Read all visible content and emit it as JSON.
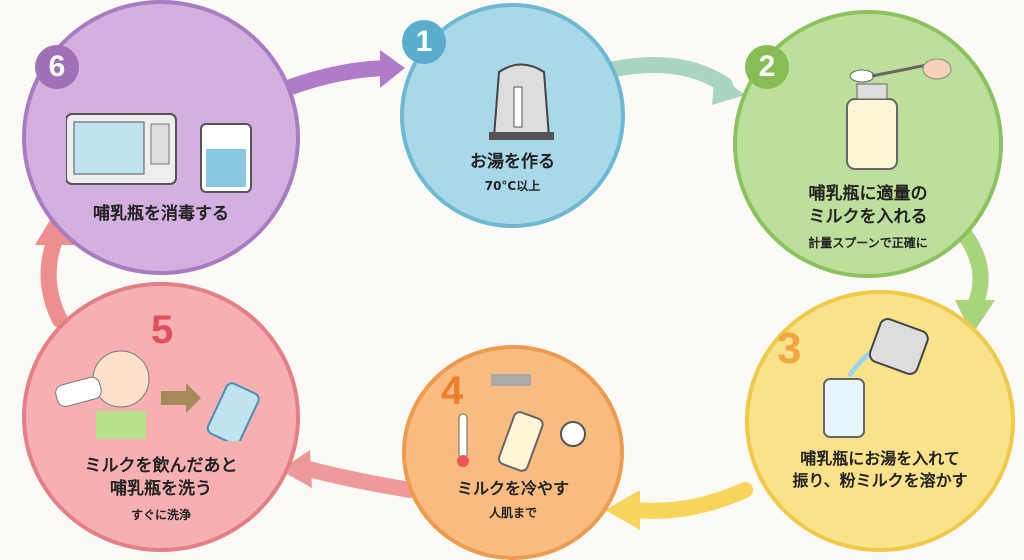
{
  "steps": [
    {
      "number": "1",
      "title": "お湯を作る",
      "sub": "70°C以上",
      "color": "#a9d8e8",
      "border": "#6db8d2"
    },
    {
      "number": "2",
      "title1": "哺乳瓶に適量の",
      "title2": "ミルクを入れる",
      "sub": "計量スプーンで正確に",
      "color": "#bddf9c",
      "border": "#8cc25e"
    },
    {
      "number": "3",
      "title1": "哺乳瓶にお湯を入れて",
      "title2": "振り、粉ミルクを溶かす",
      "color": "#fae28a",
      "border": "#f0c94a"
    },
    {
      "number": "4",
      "title": "ミルクを冷やす",
      "sub": "人肌まで",
      "color": "#f8bc80",
      "border": "#ef9b4d"
    },
    {
      "number": "5",
      "title1": "ミルクを飲んだあと",
      "title2": "哺乳瓶を洗う",
      "sub": "すぐに洗浄",
      "color": "#f6b0b2",
      "border": "#e57f86"
    },
    {
      "number": "6",
      "title": "哺乳瓶を消毒する",
      "color": "#d4b0e0",
      "border": "#a77cc0"
    }
  ]
}
